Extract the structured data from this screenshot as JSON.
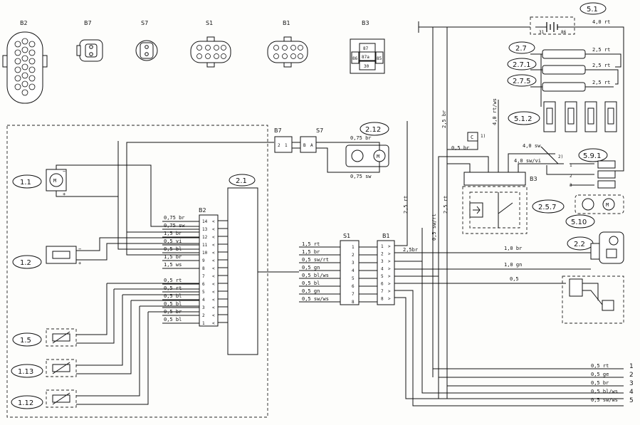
{
  "connector_headers": {
    "b2": "B2",
    "b7": "B7",
    "s7": "S7",
    "s1": "S1",
    "b1": "B1",
    "b3": "B3"
  },
  "relay_pinout": {
    "p87": "87",
    "p87a": "87a",
    "p86": "86",
    "p85": "85",
    "p30": "30"
  },
  "refs": {
    "r1_1": "1.1",
    "r1_2": "1.2",
    "r1_5": "1.5",
    "r1_13": "1.13",
    "r1_12": "1.12",
    "r2_1": "2.1",
    "r2_12": "2.12",
    "r5_1": "5.1",
    "r2_7": "2.7",
    "r2_7_1": "2.7.1",
    "r2_7_5": "2.7.5",
    "r5_1_2": "5.1.2",
    "r5_9_1": "5.9.1",
    "r2_5_7": "2.5.7",
    "r5_10": "5.10",
    "r2_2": "2.2"
  },
  "b2_wires": [
    {
      "label": "0,75 br",
      "pin": "14"
    },
    {
      "label": "0,75 sw",
      "pin": "13"
    },
    {
      "label": "1,5 br",
      "pin": "12"
    },
    {
      "label": "0,5 vi",
      "pin": "11"
    },
    {
      "label": "0,5 bl",
      "pin": "10"
    },
    {
      "label": "1,5 br",
      "pin": "9"
    },
    {
      "label": "1,5 ws",
      "pin": "8"
    },
    {
      "label": "",
      "pin": "7"
    },
    {
      "label": "0,5 rt",
      "pin": "6"
    },
    {
      "label": "0,5 rt",
      "pin": "5"
    },
    {
      "label": "0,5 bl",
      "pin": "4"
    },
    {
      "label": "0,5 bl",
      "pin": "3"
    },
    {
      "label": "0,5 br",
      "pin": "2"
    },
    {
      "label": "0,5 bl",
      "pin": "1"
    }
  ],
  "s1_wires": [
    {
      "label": "1,5 rt",
      "pin": "1"
    },
    {
      "label": "1,5 br",
      "pin": "2"
    },
    {
      "label": "0,5 sw/rt",
      "pin": "3"
    },
    {
      "label": "0,5 gn",
      "pin": "4"
    },
    {
      "label": "0,5 bl/ws",
      "pin": "5"
    },
    {
      "label": "0,5 bl",
      "pin": "6"
    },
    {
      "label": "0,5 gn",
      "pin": "7"
    },
    {
      "label": "0,5 sw/ws",
      "pin": "8"
    }
  ],
  "b1_pins": [
    "1",
    "2",
    "3",
    "4",
    "5",
    "6",
    "7",
    "8"
  ],
  "b7_pins": [
    "2",
    "1"
  ],
  "s7_pins": [
    "B",
    "A"
  ],
  "top_wires": [
    {
      "label": "4,0 rt"
    },
    {
      "label": "2,5 rt"
    },
    {
      "label": "2,5 rt"
    },
    {
      "label": "2,5 rt"
    }
  ],
  "battery_pins": {
    "left": "31",
    "right": "86"
  },
  "other_labels": {
    "w_075br": "0,75 br",
    "w_075sw": "0,75 sw",
    "w_05br": "0,5 br",
    "w_40sw": "4,0 sw",
    "w_40swvi": "4,0 sw/vi",
    "w_25br": "2,5 br",
    "w_40rtws": "4,0 rt/ws",
    "w_25rt_a": "2,5 rt",
    "w_25rt_b": "2,5 rt",
    "w_05swrt": "0,5 sw/rt",
    "w_25sbr": "2,5br",
    "w_10br": "1,0 br",
    "w_10gn": "1,0 gn",
    "w_05": "0,5",
    "conn_c": "C",
    "note1": "1)",
    "note2": "2)",
    "sw_1": "1",
    "sw_2": "2",
    "sw_3": "3",
    "plus": "+",
    "minus": "−"
  },
  "bottom_wires": [
    {
      "label": "0,5 rt",
      "num": "1"
    },
    {
      "label": "0,5 ge",
      "num": "2"
    },
    {
      "label": "0,5 br",
      "num": "3"
    },
    {
      "label": "0,5 bl/ws",
      "num": "4"
    },
    {
      "label": "0,5 sw/ws",
      "num": "5"
    }
  ]
}
